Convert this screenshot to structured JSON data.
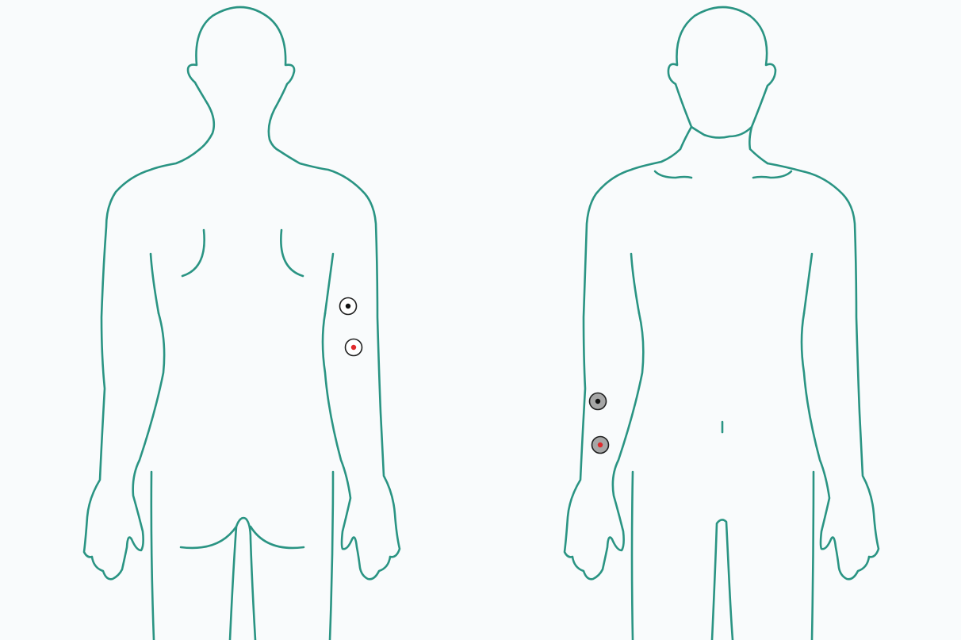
{
  "colors": {
    "background": "#f9fbfc",
    "outline": "#2a9483",
    "marker_ring": "#1e1e1e",
    "marker_fill_back": "#ffffff",
    "marker_fill_front": "#a6a6a6",
    "dot_black": "#111111",
    "dot_red": "#e0292b"
  },
  "figures": [
    {
      "view": "back",
      "markers": [
        {
          "name": "back-marker-black",
          "fill": "marker_fill_back",
          "dot": "dot_black"
        },
        {
          "name": "back-marker-red",
          "fill": "marker_fill_back",
          "dot": "dot_red"
        }
      ]
    },
    {
      "view": "front",
      "markers": [
        {
          "name": "front-marker-black",
          "fill": "marker_fill_front",
          "dot": "dot_black"
        },
        {
          "name": "front-marker-red",
          "fill": "marker_fill_front",
          "dot": "dot_red"
        }
      ]
    }
  ]
}
